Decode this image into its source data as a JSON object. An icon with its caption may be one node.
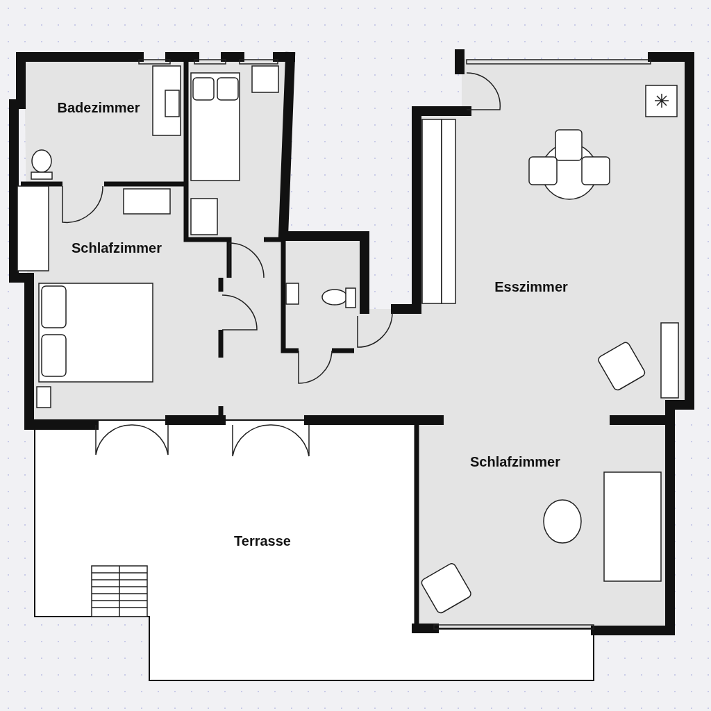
{
  "diagram": {
    "labels": [
      "Badezimmer",
      "Schlafzimmer",
      "Esszimmer",
      "Schlafzimmer",
      "Terrasse"
    ]
  }
}
